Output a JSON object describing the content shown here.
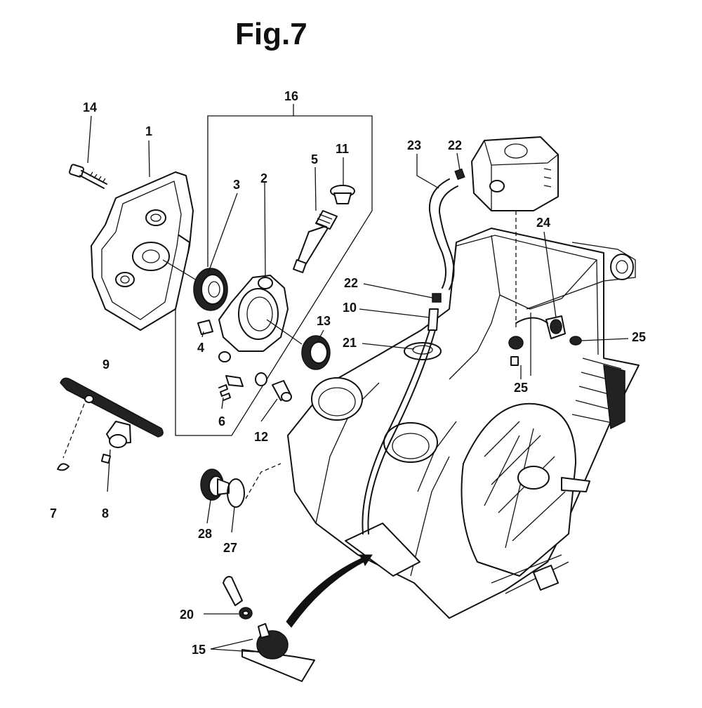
{
  "figure": {
    "title": "Fig.7"
  },
  "callouts": [
    {
      "id": "c14",
      "label": "14"
    },
    {
      "id": "c1",
      "label": "1"
    },
    {
      "id": "c16",
      "label": "16"
    },
    {
      "id": "c3",
      "label": "3"
    },
    {
      "id": "c2",
      "label": "2"
    },
    {
      "id": "c5",
      "label": "5"
    },
    {
      "id": "c11",
      "label": "11"
    },
    {
      "id": "c23",
      "label": "23"
    },
    {
      "id": "c22a",
      "label": "22"
    },
    {
      "id": "c24",
      "label": "24"
    },
    {
      "id": "c22b",
      "label": "22"
    },
    {
      "id": "c10",
      "label": "10"
    },
    {
      "id": "c13",
      "label": "13"
    },
    {
      "id": "c21",
      "label": "21"
    },
    {
      "id": "c25a",
      "label": "25"
    },
    {
      "id": "c25b",
      "label": "25"
    },
    {
      "id": "c4",
      "label": "4"
    },
    {
      "id": "c9",
      "label": "9"
    },
    {
      "id": "c6",
      "label": "6"
    },
    {
      "id": "c12",
      "label": "12"
    },
    {
      "id": "c7",
      "label": "7"
    },
    {
      "id": "c8",
      "label": "8"
    },
    {
      "id": "c28",
      "label": "28"
    },
    {
      "id": "c27",
      "label": "27"
    },
    {
      "id": "c20",
      "label": "20"
    },
    {
      "id": "c15",
      "label": "15"
    }
  ]
}
